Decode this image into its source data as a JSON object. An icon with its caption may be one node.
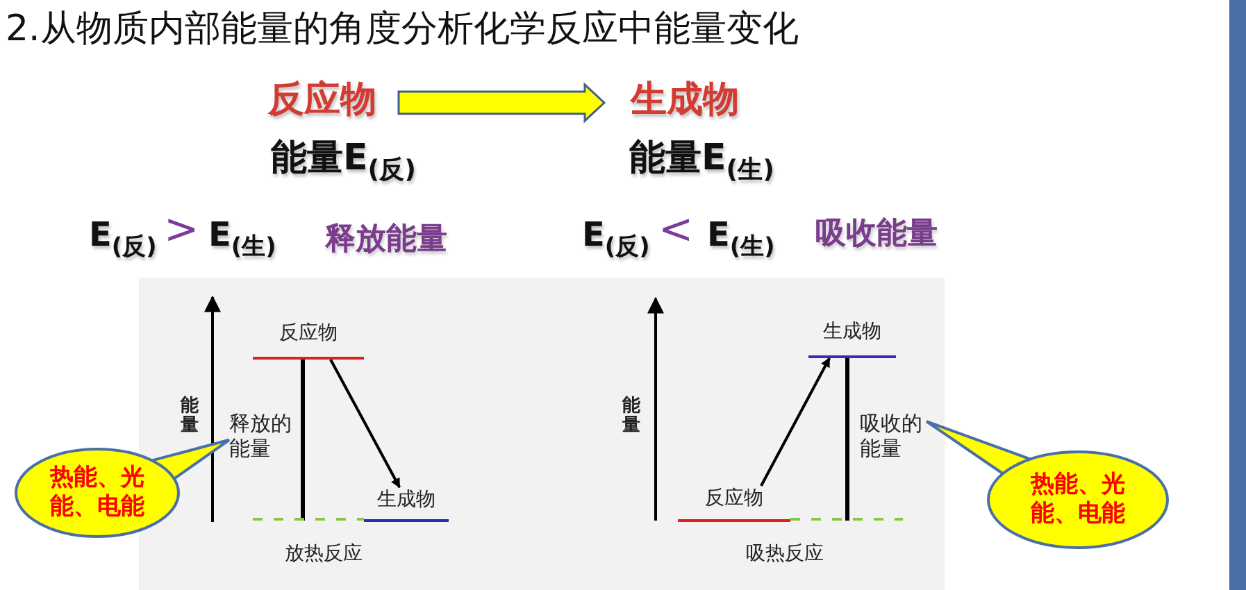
{
  "diagram": {
    "title": "2.从物质内部能量的角度分析化学反应中能量变化",
    "nodes": [
      {
        "text": [
          "反应物"
        ]
      },
      {
        "text": [
          "生成物"
        ]
      },
      {
        "text": [
          "反应物"
        ]
      },
      {
        "text": [
          "生成物"
        ]
      },
      {
        "text": [
          "释放的能量"
        ]
      },
      {
        "text": [
          "热能、光能、电能"
        ]
      },
      {
        "text": [
          "生成物"
        ]
      },
      {
        "text": [
          "反应物"
        ]
      },
      {
        "text": [
          "吸收的能量"
        ]
      },
      {
        "text": [
          "热能、光能、电能"
        ]
      }
    ],
    "edges": [
      {
        "from": 0,
        "to": 1,
        "arrow": "to"
      },
      {
        "from": 2,
        "to": 3,
        "arrow": "to"
      },
      {
        "from": 5,
        "to": 4,
        "arrow": "none"
      },
      {
        "from": 7,
        "to": 6,
        "arrow": "to"
      },
      {
        "from": 9,
        "to": 8,
        "arrow": "none"
      }
    ],
    "labels": [
      "能量E$_{(反)}$",
      "能量E$_{(生)}$",
      "E$_{(反)}$",
      ">",
      "E$_{(生)}$",
      "释放能量",
      "E$_{(反)}$",
      "<",
      "E$_{(生)}$",
      "吸收能量",
      "能量",
      "放热反应",
      "能量",
      "吸热反应"
    ]
  }
}
